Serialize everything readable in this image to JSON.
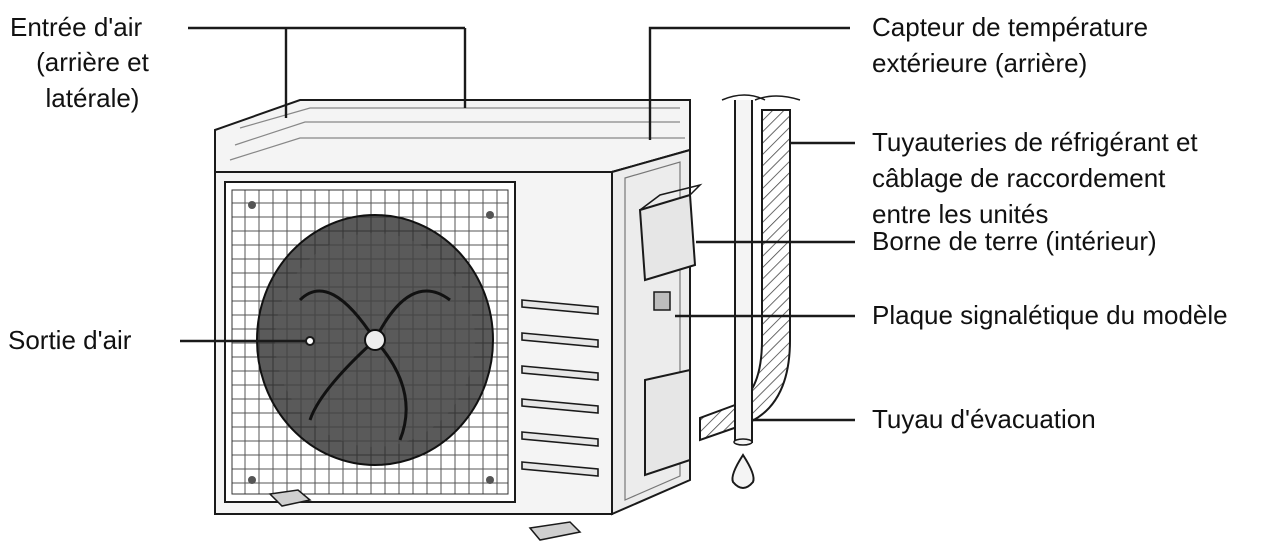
{
  "diagram": {
    "labels": {
      "air_inlet": [
        "Entrée d'air",
        "(arrière et",
        "latérale)"
      ],
      "air_outlet": [
        "Sortie d'air"
      ],
      "outdoor_temp_sensor": [
        "Capteur de température",
        "extérieure (arrière)"
      ],
      "refrigerant_piping": [
        "Tuyauteries de réfrigérant et",
        "câblage de raccordement",
        "entre les unités"
      ],
      "earth_terminal": [
        "Borne de terre (intérieur)"
      ],
      "nameplate": [
        "Plaque signalétique du modèle"
      ],
      "drain_hose": [
        "Tuyau d'évacuation"
      ]
    },
    "colors": {
      "line": "#1a1a1a",
      "unit_fill": "#f4f4f4",
      "shade": "#d8d8d8",
      "fan_dark": "#2b2b2b"
    }
  }
}
